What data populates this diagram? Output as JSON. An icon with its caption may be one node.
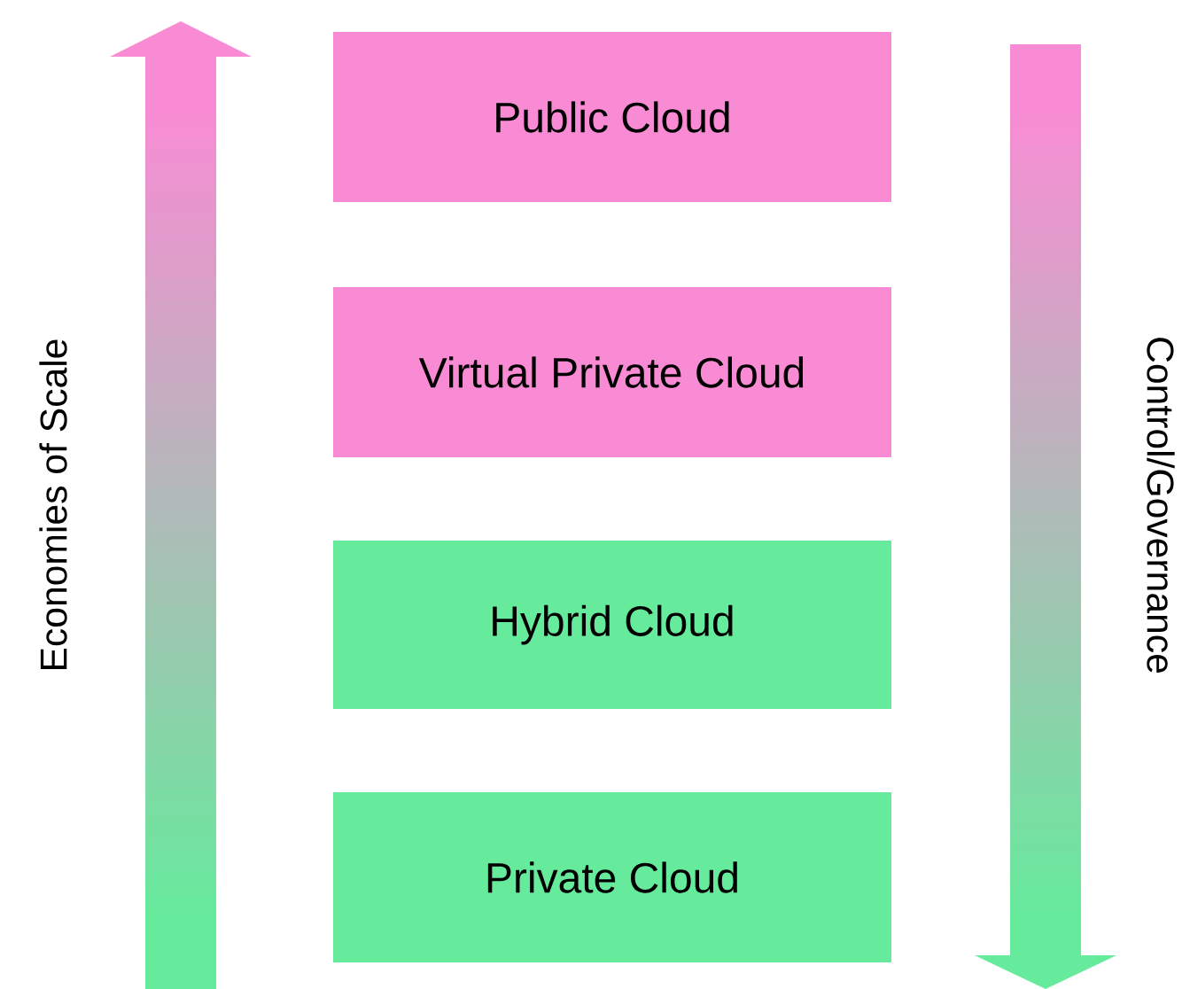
{
  "diagram": {
    "nodes": [
      {
        "text": [
          "Public Cloud"
        ]
      },
      {
        "text": [
          "Virtual Private Cloud"
        ]
      },
      {
        "text": [
          "Hybrid Cloud"
        ]
      },
      {
        "text": [
          "Private Cloud"
        ]
      }
    ],
    "labels": [
      "Economies of Scale",
      "Control/Governance"
    ]
  }
}
